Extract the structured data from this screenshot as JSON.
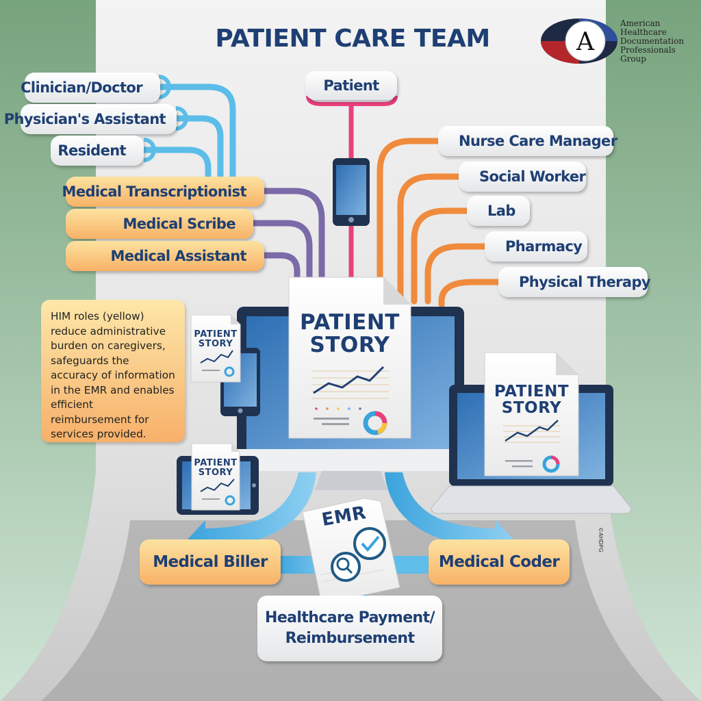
{
  "page": {
    "title": "PATIENT CARE TEAM",
    "organization": [
      "American",
      "Healthcare",
      "Documentation",
      "Professionals",
      "Group"
    ],
    "logo_letter": "A",
    "copyright": "©AHDPG"
  },
  "roles": {
    "clinical": [
      "Clinician/Doctor",
      "Physician's Assistant",
      "Resident"
    ],
    "him_top": [
      "Medical Transcriptionist",
      "Medical Scribe",
      "Medical Assistant"
    ],
    "patient": "Patient",
    "care_team": [
      "Nurse Care Manager",
      "Social Worker",
      "Lab",
      "Pharmacy",
      "Physical Therapy"
    ],
    "him_bottom": [
      "Medical Biller",
      "Medical Coder"
    ],
    "outcome": [
      "Healthcare Payment/",
      "Reimbursement"
    ]
  },
  "note": "HIM roles (yellow) reduce administrative burden on caregivers, safeguards the accuracy of information in the EMR and enables efficient reimbursement for services provided.",
  "document": {
    "story": [
      "PATIENT",
      "STORY"
    ],
    "emr": "EMR"
  },
  "colors": {
    "navy": "#1e3f73",
    "clinical_connector": "#5bbde8",
    "him_connector": "#7b6aa8",
    "patient_connector": "#e8407e",
    "care_connector": "#f08a3c",
    "flow_arrow": "#3aa3dc",
    "him_role": "#f9c17a",
    "staff_role": "#f2f3f4"
  }
}
